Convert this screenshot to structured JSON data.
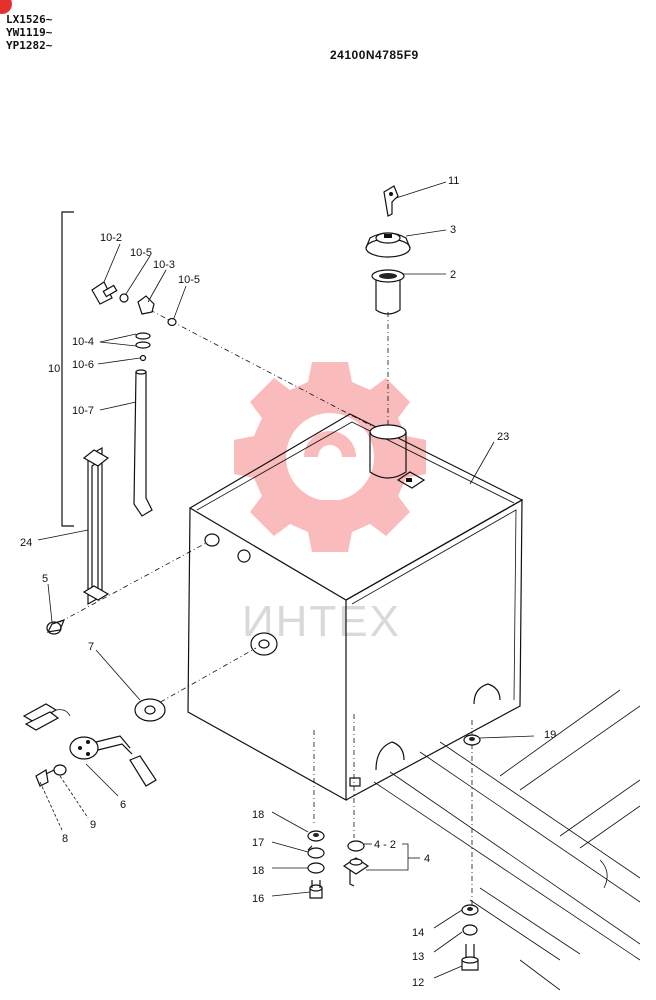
{
  "header": {
    "serial_1": "LX1526~",
    "serial_2": "YW1119~",
    "serial_3": "YP1282~",
    "document_number": "24100N4785F9"
  },
  "watermark": {
    "text": "ИНТЕХ",
    "color": "#f26a6a"
  },
  "callouts": {
    "c11": "11",
    "c3": "3",
    "c2": "2",
    "c23": "23",
    "c10_2": "10-2",
    "c10_5a": "10-5",
    "c10_3": "10-3",
    "c10_5b": "10-5",
    "c10_4": "10-4",
    "c10": "10",
    "c10_6": "10-6",
    "c10_7": "10-7",
    "c24": "24",
    "c5": "5",
    "c7": "7",
    "c6": "6",
    "c9": "9",
    "c8": "8",
    "c19": "19",
    "c18a": "18",
    "c17": "17",
    "c18b": "18",
    "c16": "16",
    "c4_2": "4 - 2",
    "c4": "4",
    "c14": "14",
    "c13": "13",
    "c12": "12"
  }
}
